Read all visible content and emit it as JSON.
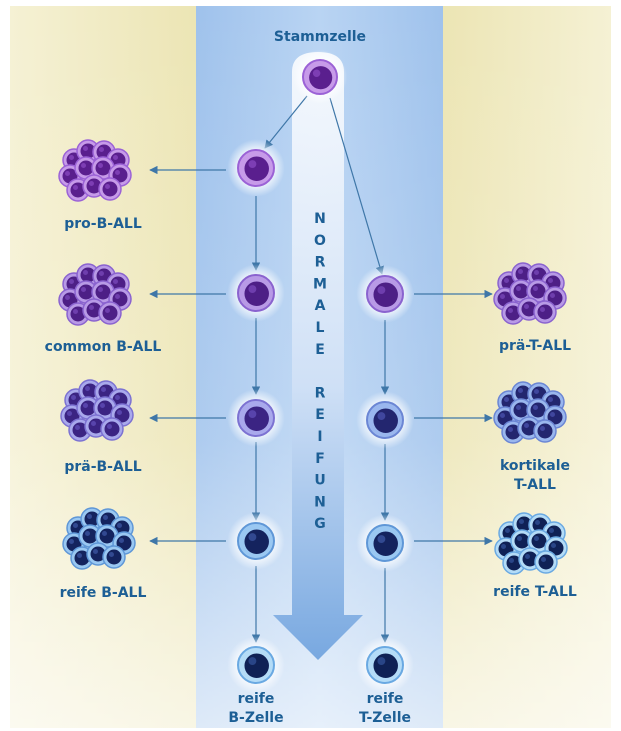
{
  "title": "Stammzelle",
  "center_text": [
    "N",
    "O",
    "R",
    "M",
    "A",
    "L",
    "E",
    " ",
    "R",
    "E",
    "I",
    "F",
    "U",
    "N",
    "G"
  ],
  "left_labels": {
    "pro_b": "pro-B-ALL",
    "common_b": "common B-ALL",
    "prae_b": "prä-B-ALL",
    "reife_b": "reife B-ALL"
  },
  "right_labels": {
    "prae_t": "prä-T-ALL",
    "kortikale_1": "kortikale",
    "kortikale_2": "T-ALL",
    "reife_t": "reife T-ALL"
  },
  "bottom_labels": {
    "b_zelle_1": "reife",
    "b_zelle_2": "B-Zelle",
    "t_zelle_1": "reife",
    "t_zelle_2": "T-Zelle"
  },
  "colors": {
    "side_bg": "#f1ecc4",
    "center_band": "#a8c8ee",
    "label": "#1d5f95",
    "arrow": "#3f77a8"
  }
}
